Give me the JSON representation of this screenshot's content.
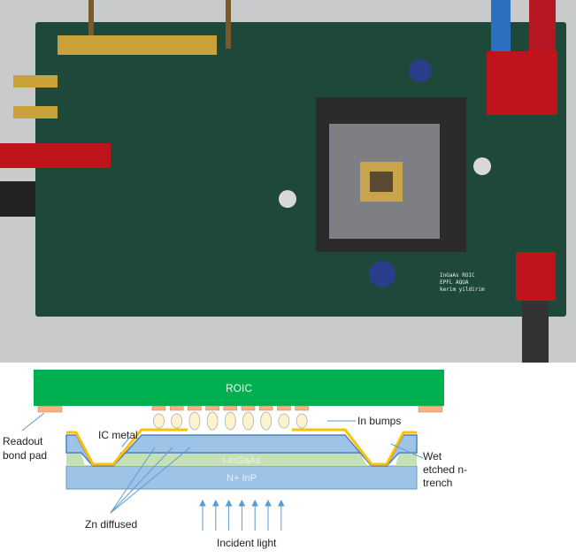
{
  "photo": {
    "silkscreen": [
      "InGaAs ROIC",
      "EPFL AQUA",
      "kerim yildirim"
    ]
  },
  "diagram": {
    "roic_label": "ROIC",
    "layers": {
      "absorber": "i-InGaAs",
      "substrate": "N+ InP"
    },
    "labels": {
      "readout_pad_1": "Readout",
      "readout_pad_2": "bond pad",
      "ic_metal": "IC metal",
      "in_bumps": "In bumps",
      "trench_1": "Wet",
      "trench_2": "etched n-",
      "trench_3": "trench",
      "zn": "Zn diffused",
      "light": "Incident light"
    },
    "colors": {
      "roic": "#00b050",
      "pad": "#f4b183",
      "bump": "#fff2cc",
      "metal": "#ffc000",
      "blue": "#9dc3e6",
      "ingaas": "#c5e0b4",
      "arrow": "#5b9bd5"
    }
  }
}
